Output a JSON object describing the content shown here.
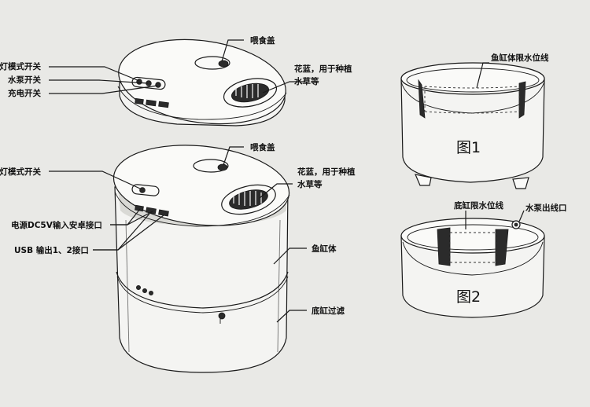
{
  "labels": {
    "top_feeder_lid": "喂食盖",
    "top_light_switch": "灯模式开关",
    "top_pump_switch": "水泵开关",
    "top_charge_switch": "充电开关",
    "top_basket_line1": "花蓝，用于种植",
    "top_basket_line2": "水草等",
    "main_feeder_lid": "喂食盖",
    "main_light_switch": "灯模式开关",
    "main_basket_line1": "花蓝，用于种植",
    "main_basket_line2": "水草等",
    "power_port": "电源DC5V输入安卓接口",
    "usb_port": "USB 输出1、2接口",
    "tank_body": "鱼缸体",
    "bottom_filter": "底缸过滤",
    "fig1_water_line": "鱼缸体限水位线",
    "fig1_title": "图1",
    "fig2_water_line": "底缸限水位线",
    "fig2_pump_outlet": "水泵出线口",
    "fig2_title": "图2"
  },
  "colors": {
    "paper": "#e9e9e6",
    "ink": "#1a1a1a"
  }
}
